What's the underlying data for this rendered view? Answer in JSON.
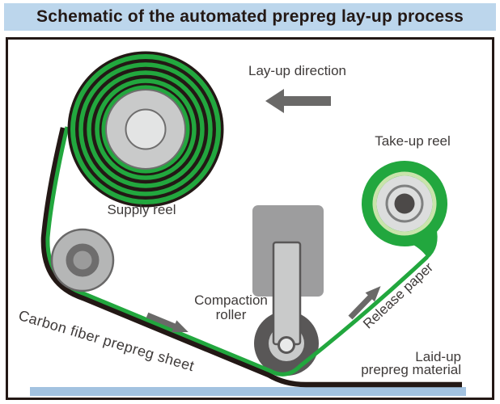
{
  "title": "Schematic of the automated prepreg lay-up process",
  "labels": {
    "layup_direction": "Lay-up direction",
    "supply_reel": "Supply reel",
    "take_up_reel": "Take-up reel",
    "compaction_roller": "Compaction roller",
    "carbon_fiber_sheet": "Carbon fiber prepreg sheet",
    "release_paper": "Release paper",
    "laid_up_line1": "Laid-up",
    "laid_up_line2": "prepreg material"
  },
  "icons": {
    "layup_arrow": "left-arrow",
    "sheet_arrow": "down-right-arrow",
    "release_arrow": "up-right-arrow"
  },
  "colors": {
    "title-bg": "#bcd6ec",
    "prepreg-green": "#22a73e",
    "ink-black": "#231815",
    "label-gray": "#3e3a39",
    "arrow-gray": "#6a6968",
    "machine-gray": "#9d9d9e",
    "machine-light": "#c9caca",
    "machine-dark": "#595757",
    "hub-gray": "#c9caca",
    "hub-inner": "#e3e4e4",
    "hub-outline": "#6f6e6e",
    "guide-gray": "#b5b6b6",
    "guide-ring": "#6e6d6d",
    "guide-center": "#9b9b9b",
    "reel-light-green": "#c9e4ab",
    "reel-gray": "#dcdddd",
    "reel-ring": "#7f8080",
    "reel-center": "#4c4948",
    "table-blue": "#a3c2e0"
  }
}
